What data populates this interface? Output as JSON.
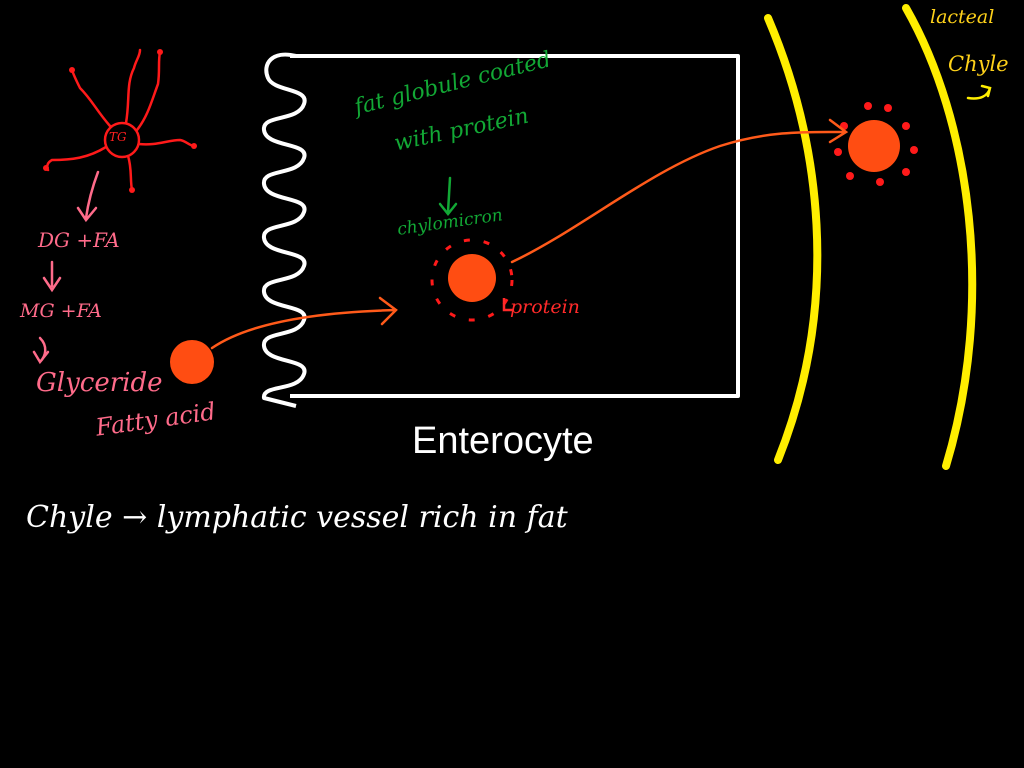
{
  "labels": {
    "enterocyte": "Enterocyte",
    "lacteal": "lacteal",
    "chyle": "Chyle",
    "fat_globule_line1": "fat globule coated",
    "fat_globule_line2": "with protein",
    "chylomicron": "chylomicron",
    "protein": "protein",
    "tg": "TG",
    "dg": "DG +FA",
    "mg": "MG +FA",
    "glyceride": "Glyceride",
    "fatty_acid": "Fatty acid",
    "bottom_note": "Chyle → lymphatic vessel rich in fat"
  },
  "colors": {
    "background": "#000000",
    "cell_outline": "#ffffff",
    "lacteal_wall": "#ffee00",
    "fat_globule": "#ff4d12",
    "arrow": "#ff5a1a",
    "micelle": "#ff1a1a",
    "digestion_notes": "#ff6b8a",
    "chylomicron_notes": "#12a835"
  }
}
